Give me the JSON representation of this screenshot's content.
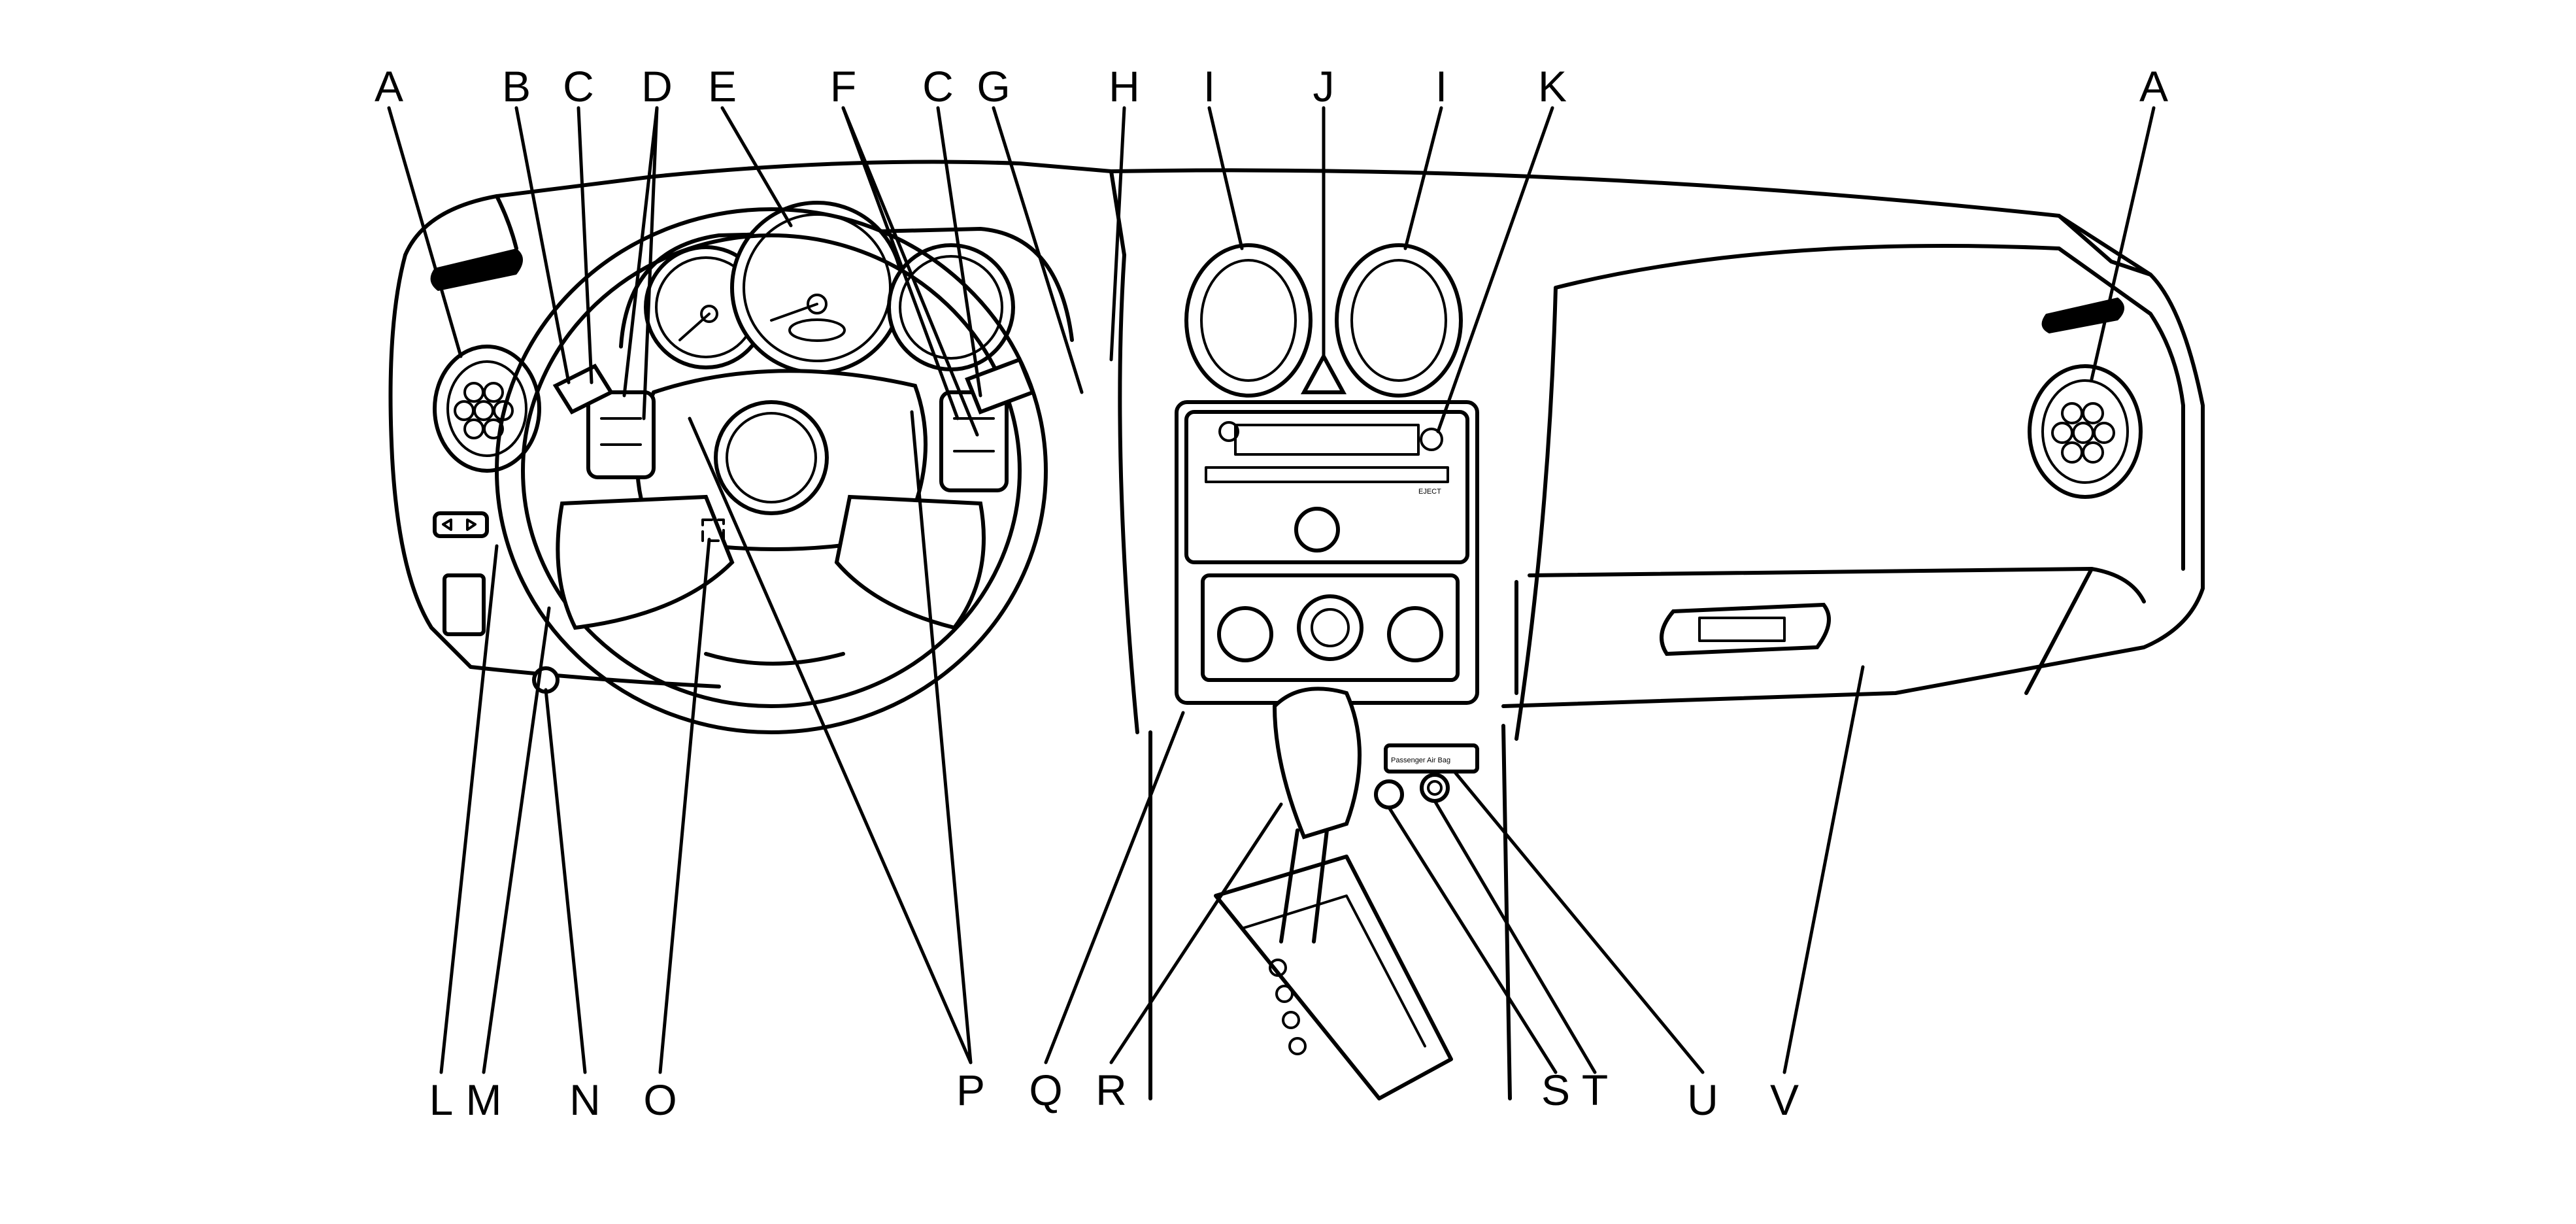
{
  "labels": {
    "A": "A",
    "B": "B",
    "C": "C",
    "D": "D",
    "E": "E",
    "F": "F",
    "G": "G",
    "H": "H",
    "I": "I",
    "J": "J",
    "K": "K",
    "L": "L",
    "M": "M",
    "N": "N",
    "O": "O",
    "P": "P",
    "Q": "Q",
    "R": "R",
    "S": "S",
    "T": "T",
    "U": "U",
    "V": "V"
  },
  "panel_text": {
    "passenger_air_bag": "Passenger Air Bag",
    "eject": "EJECT"
  }
}
